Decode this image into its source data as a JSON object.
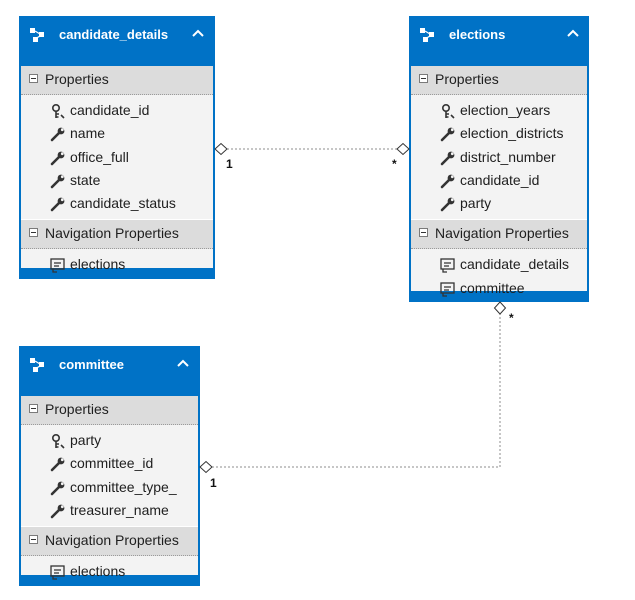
{
  "entities": [
    {
      "title": "candidate_details",
      "properties_label": "Properties",
      "properties": [
        {
          "name": "candidate_id",
          "icon": "key-icon"
        },
        {
          "name": "name",
          "icon": "wrench-icon"
        },
        {
          "name": "office_full",
          "icon": "wrench-icon"
        },
        {
          "name": "state",
          "icon": "wrench-icon"
        },
        {
          "name": "candidate_status",
          "icon": "wrench-icon"
        }
      ],
      "navigation_label": "Navigation Properties",
      "navigation": [
        {
          "name": "elections",
          "icon": "navigation-property-icon"
        }
      ]
    },
    {
      "title": "elections",
      "properties_label": "Properties",
      "properties": [
        {
          "name": "election_years",
          "icon": "key-icon"
        },
        {
          "name": "election_districts",
          "icon": "wrench-icon"
        },
        {
          "name": "district_number",
          "icon": "wrench-icon"
        },
        {
          "name": "candidate_id",
          "icon": "wrench-icon"
        },
        {
          "name": "party",
          "icon": "wrench-icon"
        }
      ],
      "navigation_label": "Navigation Properties",
      "navigation": [
        {
          "name": "candidate_details",
          "icon": "navigation-property-icon"
        },
        {
          "name": "committee",
          "icon": "navigation-property-icon"
        }
      ]
    },
    {
      "title": "committee",
      "properties_label": "Properties",
      "properties": [
        {
          "name": "party",
          "icon": "key-icon"
        },
        {
          "name": "committee_id",
          "icon": "wrench-icon"
        },
        {
          "name": "committee_type_",
          "icon": "wrench-icon"
        },
        {
          "name": "treasurer_name",
          "icon": "wrench-icon"
        }
      ],
      "navigation_label": "Navigation Properties",
      "navigation": [
        {
          "name": "elections",
          "icon": "navigation-property-icon"
        }
      ]
    }
  ],
  "associations": [
    {
      "from": "candidate_details",
      "to": "elections",
      "from_multiplicity": "1",
      "to_multiplicity": "*"
    },
    {
      "from": "committee",
      "to": "elections",
      "from_multiplicity": "1",
      "to_multiplicity": "*"
    }
  ],
  "colors": {
    "header": "#0072c6",
    "section": "#dcdcdc",
    "body": "#f3f3f3",
    "connector": "#8c8c8c"
  }
}
